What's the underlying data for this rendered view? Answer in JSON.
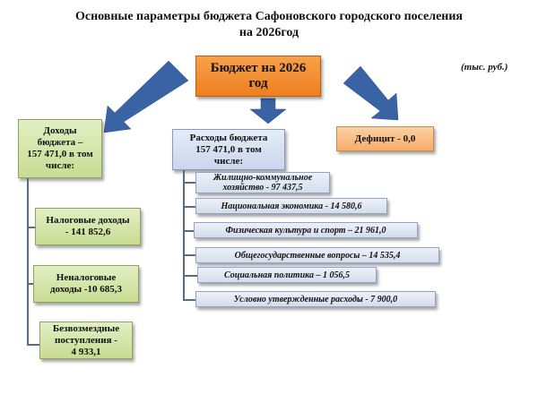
{
  "title": {
    "line1": "Основные параметры бюджета Сафоновского городского поселения",
    "line2": "на 2026год"
  },
  "units": "(тыс. руб.)",
  "main_box": {
    "line1": "Бюджет на 2026",
    "line2": "год"
  },
  "income": {
    "header": {
      "line1": "Доходы",
      "line2": "бюджета –",
      "line3": "157 471,0 в том",
      "line4": "числе:"
    },
    "items": [
      {
        "line1": "Налоговые доходы",
        "line2": "- 141 852,6"
      },
      {
        "line1": "Неналоговые",
        "line2": "доходы -10 685,3"
      },
      {
        "line1": "Безвозмездные",
        "line2": "поступления -",
        "line3": "4 933,1"
      }
    ]
  },
  "expenses": {
    "header": {
      "line1": "Расходы бюджета",
      "line2": "157 471,0 в том",
      "line3": "числе:"
    },
    "items": [
      {
        "line1": "Жилищно-коммунальное",
        "line2": "хозяйство - 97 437,5"
      },
      {
        "line1": "Национальная экономика - 14 580,6"
      },
      {
        "line1": "Физическая культура и спорт – 21 961,0"
      },
      {
        "line1": "Общегосударственные вопросы – 14 535,4"
      },
      {
        "line1": "Социальная политика – 1 056,5"
      },
      {
        "line1": "Условно утвержденные расходы - 7 900,0"
      }
    ]
  },
  "deficit": "Дефицит - 0,0",
  "colors": {
    "arrow": "#3a63a6",
    "main": "#ee7f1f",
    "income": "#c8dc92",
    "expense": "#c9d6ec",
    "deficit": "#f6ad6a"
  }
}
